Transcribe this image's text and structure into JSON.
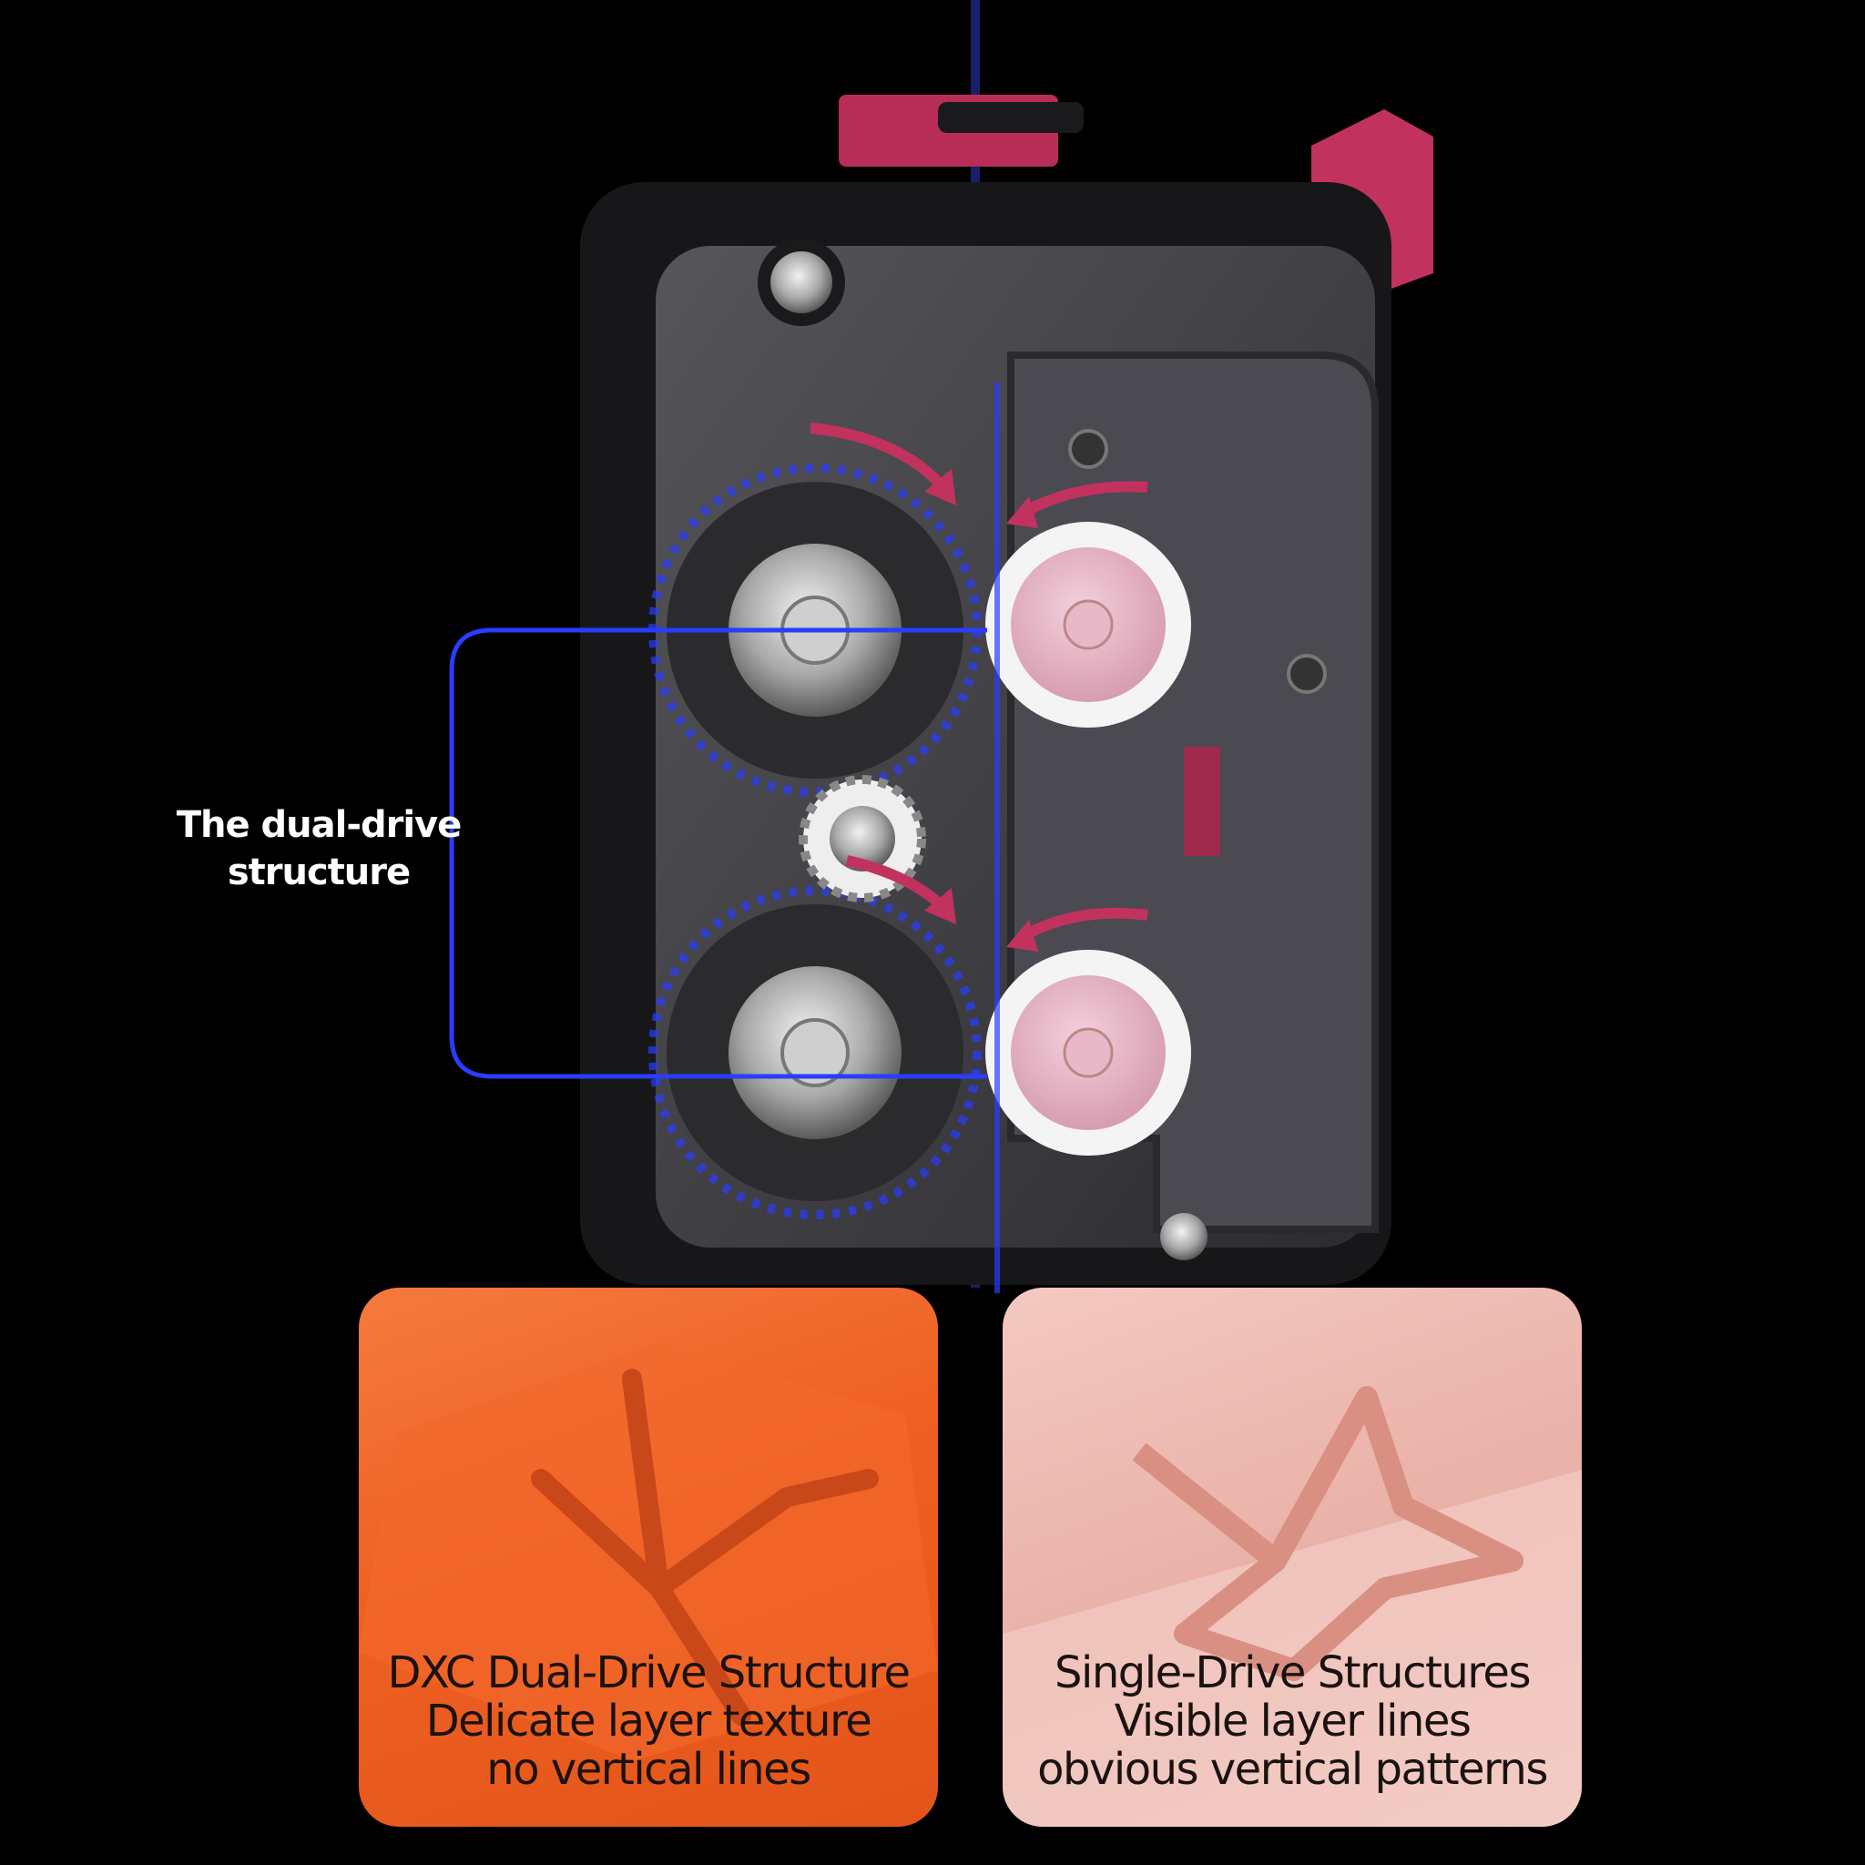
{
  "callout": {
    "line1": "The dual-drive",
    "line2": "structure"
  },
  "comparison": [
    {
      "lines": [
        "DXC Dual-Drive Structure",
        "Delicate layer texture",
        "no vertical lines"
      ],
      "color": "#ee5f22"
    },
    {
      "lines": [
        "Single-Drive Structures",
        "Visible layer lines",
        "obvious vertical patterns"
      ],
      "color": "#eab4aa"
    }
  ],
  "colors": {
    "accent_pink": "#c2325e",
    "highlight_blue": "#2a3cff",
    "body": "#3a3a3e"
  }
}
